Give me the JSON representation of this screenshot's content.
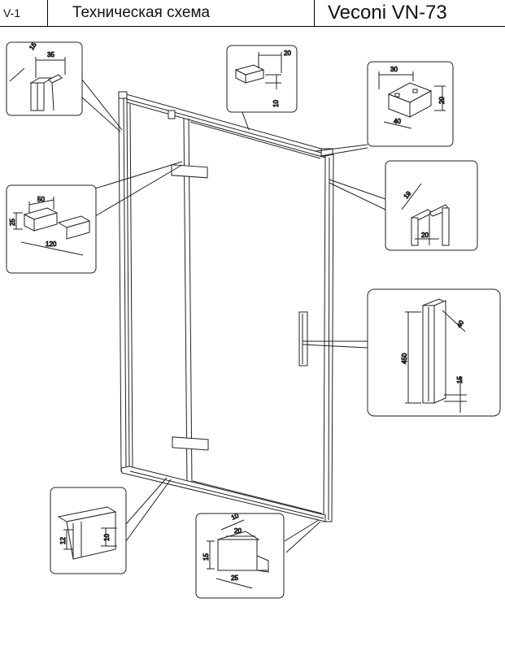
{
  "header": {
    "code": "V-1",
    "title": "Техническая схема",
    "model": "Veconi VN-73"
  },
  "callouts": {
    "wall_profile": {
      "dims": [
        "15",
        "35"
      ]
    },
    "top_profile": {
      "dims": [
        "20",
        "10"
      ]
    },
    "corner_block": {
      "dims": [
        "30",
        "20",
        "40"
      ]
    },
    "glass_clamp": {
      "dims": [
        "50",
        "25",
        "120"
      ]
    },
    "side_profile": {
      "dims": [
        "19",
        "20"
      ]
    },
    "handle": {
      "dims": [
        "40",
        "450",
        "15"
      ]
    },
    "bottom_seal": {
      "dims": [
        "12",
        "10"
      ]
    },
    "threshold": {
      "dims": [
        "10",
        "20",
        "15",
        "25"
      ]
    }
  },
  "colors": {
    "line": "#222222",
    "background": "#ffffff"
  }
}
